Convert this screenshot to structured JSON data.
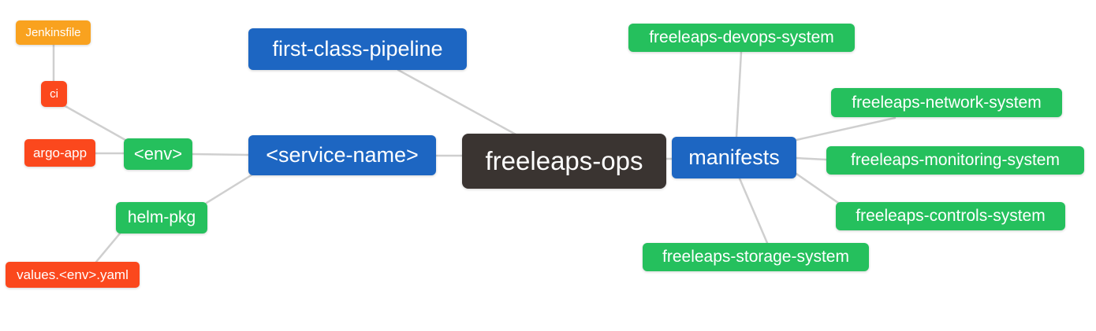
{
  "colors": {
    "root_node": "#3a3431",
    "branch_node": "#1d66c2",
    "leaf_green": "#25c05d",
    "leaf_orange": "#f9a21f",
    "leaf_red": "#fb481d",
    "edge": "#cfcfcf",
    "text": "#ffffff",
    "background": "#ffffff"
  },
  "nodes": {
    "root": {
      "label": "freeleaps-ops"
    },
    "pipeline": {
      "label": "first-class-pipeline"
    },
    "service": {
      "label": "<service-name>"
    },
    "env": {
      "label": "<env>"
    },
    "ci": {
      "label": "ci"
    },
    "jenkinsfile": {
      "label": "Jenkinsfile"
    },
    "argo": {
      "label": "argo-app"
    },
    "helm": {
      "label": "helm-pkg"
    },
    "values": {
      "label": "values.<env>.yaml"
    },
    "manifests": {
      "label": "manifests"
    },
    "devops": {
      "label": "freeleaps-devops-system"
    },
    "network": {
      "label": "freeleaps-network-system"
    },
    "monitoring": {
      "label": "freeleaps-monitoring-system"
    },
    "controls": {
      "label": "freeleaps-controls-system"
    },
    "storage": {
      "label": "freeleaps-storage-system"
    }
  },
  "edges": [
    {
      "from": "jenkinsfile",
      "to": "ci"
    },
    {
      "from": "ci",
      "to": "env"
    },
    {
      "from": "argo",
      "to": "env"
    },
    {
      "from": "env",
      "to": "service"
    },
    {
      "from": "service",
      "to": "helm"
    },
    {
      "from": "helm",
      "to": "values"
    },
    {
      "from": "pipeline",
      "to": "root"
    },
    {
      "from": "service",
      "to": "root"
    },
    {
      "from": "root",
      "to": "manifests"
    },
    {
      "from": "manifests",
      "to": "devops"
    },
    {
      "from": "manifests",
      "to": "network"
    },
    {
      "from": "manifests",
      "to": "monitoring"
    },
    {
      "from": "manifests",
      "to": "controls"
    },
    {
      "from": "manifests",
      "to": "storage"
    }
  ]
}
